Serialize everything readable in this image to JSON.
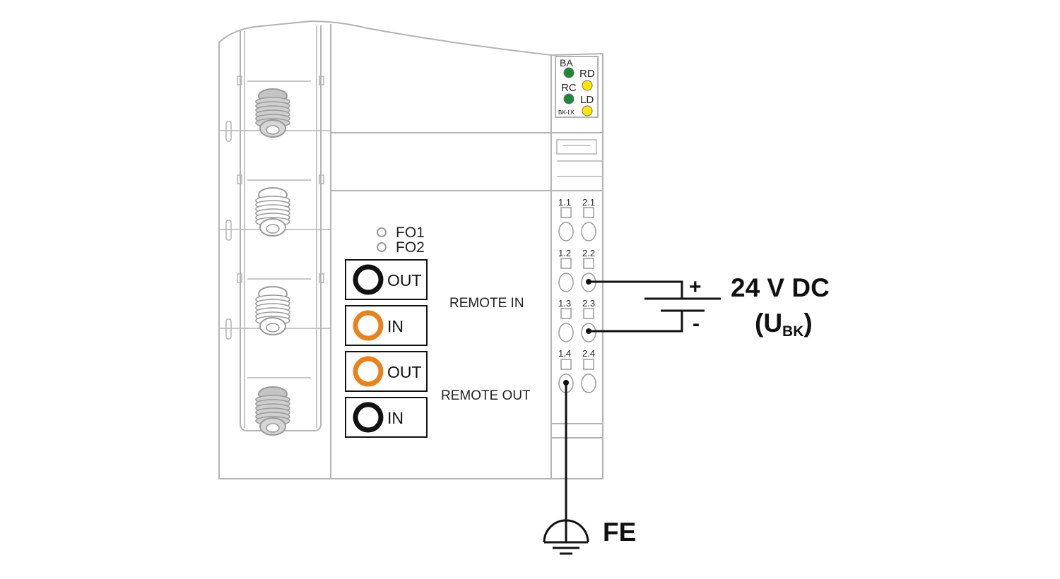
{
  "leds": {
    "ba": "BA",
    "rd": "RD",
    "rc": "RC",
    "ld": "LD",
    "bk_lk": "BK-LK"
  },
  "fiber_leds": [
    "FO1",
    "FO2"
  ],
  "ports": [
    {
      "label": "OUT",
      "color": "black"
    },
    {
      "label": "IN",
      "color": "orange"
    },
    {
      "label": "OUT",
      "color": "orange"
    },
    {
      "label": "IN",
      "color": "black"
    }
  ],
  "remote_in_label": "REMOTE IN",
  "remote_out_label": "REMOTE OUT",
  "terminals": {
    "row1": [
      "1.1",
      "2.1"
    ],
    "row2": [
      "1.2",
      "2.2"
    ],
    "row3": [
      "1.3",
      "2.3"
    ],
    "row4": [
      "1.4",
      "2.4"
    ]
  },
  "supply": {
    "plus": "+",
    "minus": "-",
    "voltage": "24 V DC",
    "designation_open": "(U",
    "designation_sub": "BK",
    "designation_close": ")"
  },
  "ground_label": "FE",
  "colors": {
    "housing": "#b3b3b3",
    "led_green": "#1a8a3a",
    "led_yellow": "#ffe600",
    "fiber_orange": "#e8821e",
    "fiber_black": "#111111",
    "wire": "#111111"
  }
}
